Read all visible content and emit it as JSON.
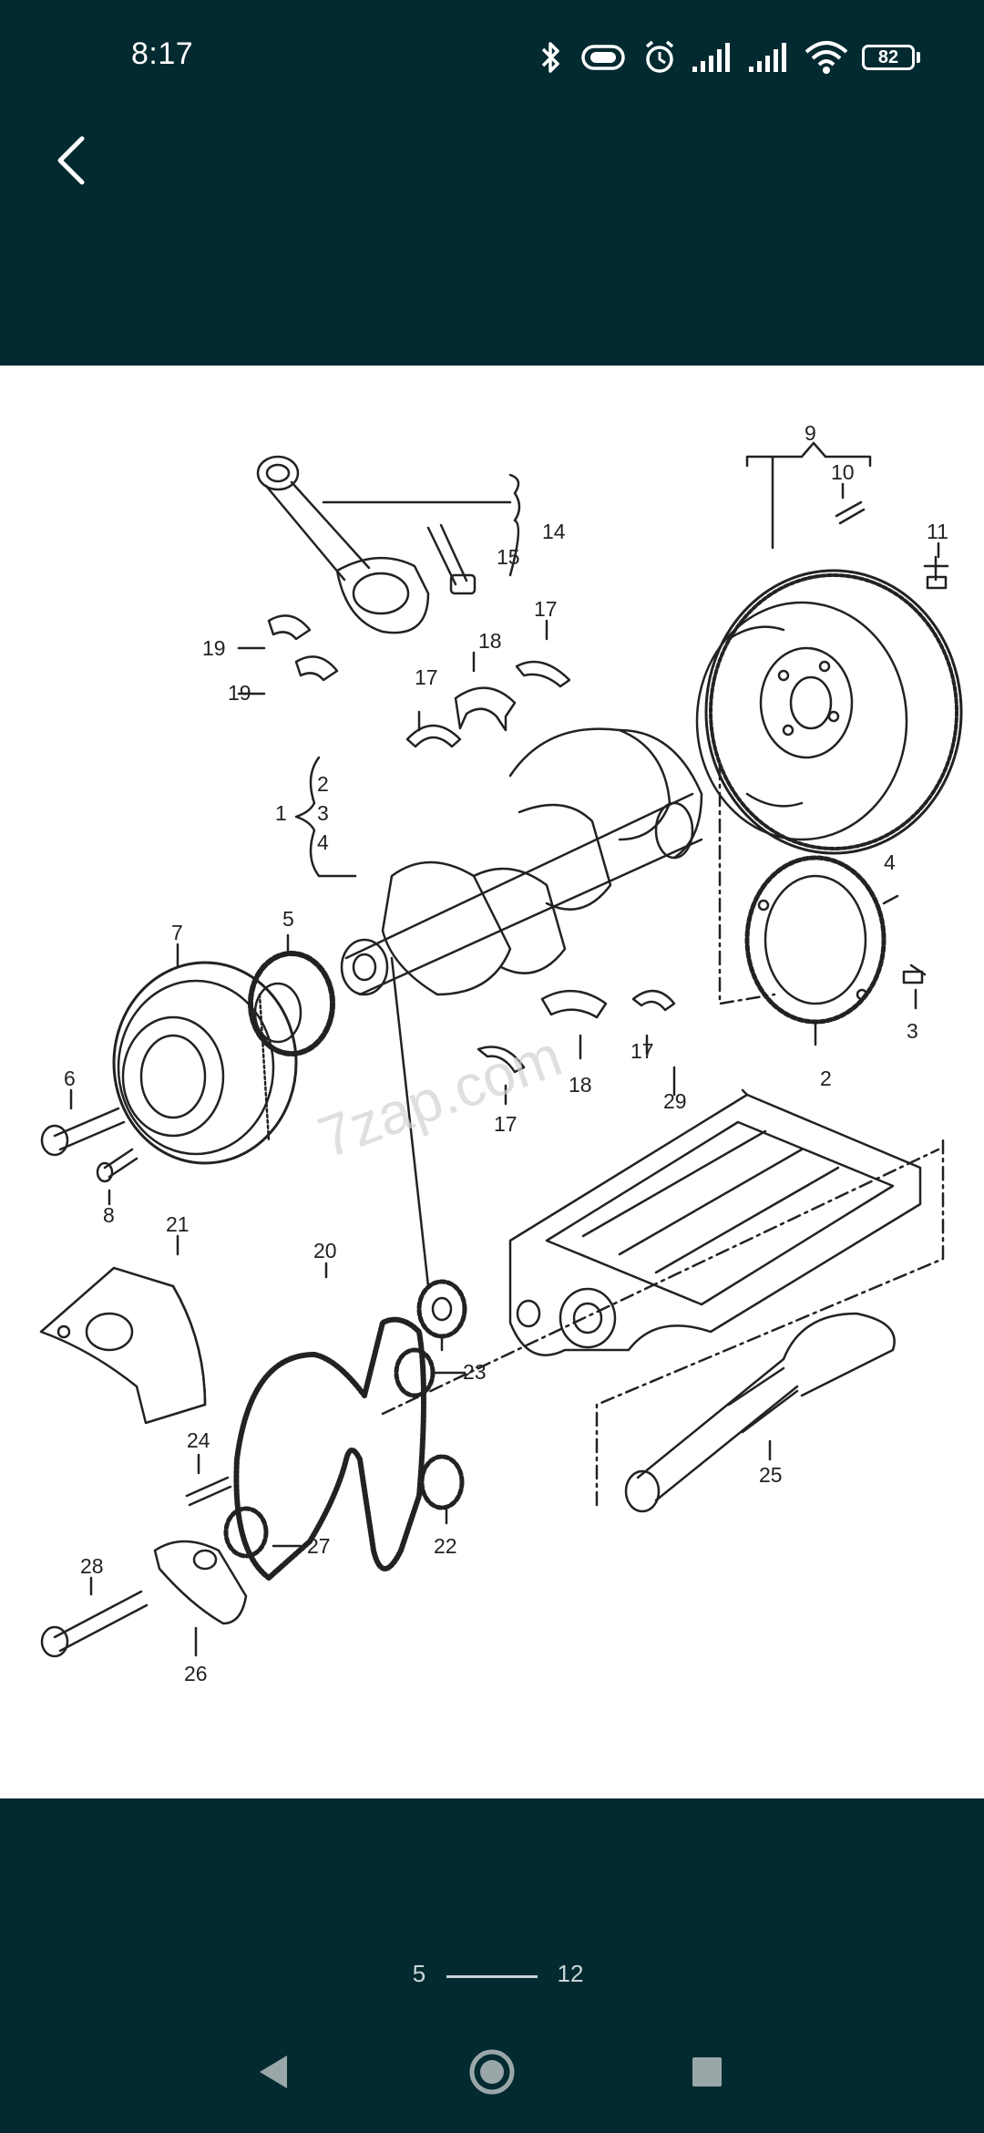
{
  "status_bar": {
    "time": "8:17",
    "battery": "82",
    "icons": [
      "bluetooth-icon",
      "vibrate-icon",
      "alarm-icon",
      "signal-icon",
      "signal-icon",
      "wifi-icon",
      "battery-icon"
    ]
  },
  "header": {
    "back_icon": "chevron-left-icon"
  },
  "diagram": {
    "watermark": "7zap.com",
    "callouts": [
      "1",
      "2",
      "3",
      "4",
      "5",
      "6",
      "7",
      "8",
      "9",
      "10",
      "11",
      "14",
      "15",
      "17",
      "18",
      "19",
      "20",
      "21",
      "22",
      "23",
      "24",
      "25",
      "26",
      "27",
      "28",
      "29"
    ],
    "bracket_items": [
      "2",
      "3",
      "4"
    ]
  },
  "pager": {
    "current": "5",
    "total": "12"
  },
  "nav_bar": {
    "buttons": [
      "back-triangle-icon",
      "home-circle-icon",
      "recents-square-icon"
    ]
  }
}
